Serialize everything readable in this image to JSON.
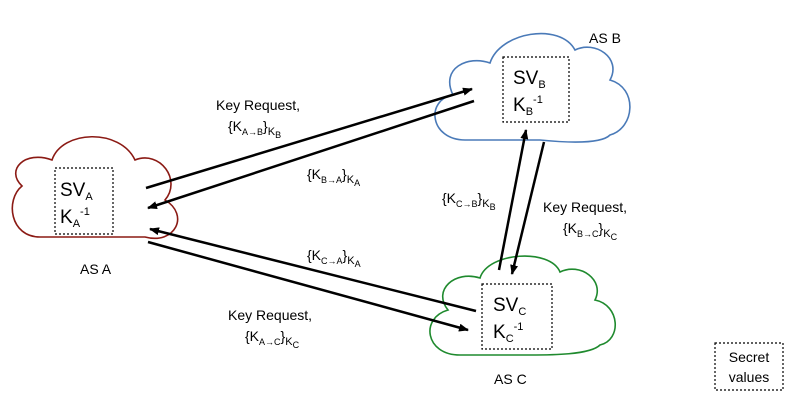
{
  "nodes": {
    "a": {
      "name": "AS A",
      "sv": {
        "main": "SV",
        "sub": "A"
      },
      "key": {
        "main": "K",
        "sub": "A",
        "sup": "-1"
      },
      "color": "#8b1a14"
    },
    "b": {
      "name": "AS B",
      "sv": {
        "main": "SV",
        "sub": "B"
      },
      "key": {
        "main": "K",
        "sub": "B",
        "sup": "-1"
      },
      "color": "#4a7ab8"
    },
    "c": {
      "name": "AS C",
      "sv": {
        "main": "SV",
        "sub": "C"
      },
      "key": {
        "main": "K",
        "sub": "C",
        "sup": "-1"
      },
      "color": "#1f8a2e"
    }
  },
  "edges": {
    "a_to_b": {
      "line1": "Key Request,",
      "key": "{K",
      "sub": "A→B",
      "close": "}",
      "kk": "K",
      "ksub": "B"
    },
    "b_to_a": {
      "key": "{K",
      "sub": "B→A",
      "close": "}",
      "kk": "K",
      "ksub": "A"
    },
    "c_to_a": {
      "key": "{K",
      "sub": "C→A",
      "close": "}",
      "kk": "K",
      "ksub": "A"
    },
    "a_to_c": {
      "line1": "Key Request,",
      "key": "{K",
      "sub": "A→C",
      "close": "}",
      "kk": "K",
      "ksub": "C"
    },
    "c_to_b": {
      "key": "{K",
      "sub": "C→B",
      "close": "}",
      "kk": "K",
      "ksub": "B"
    },
    "b_to_c": {
      "line1": "Key Request,",
      "key": "{K",
      "sub": "B→C",
      "close": "}",
      "kk": "K",
      "ksub": "C"
    }
  },
  "legend": {
    "line1": "Secret",
    "line2": "values"
  }
}
